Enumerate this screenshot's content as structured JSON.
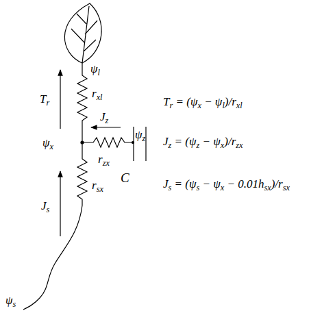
{
  "diagram": {
    "labels": [
      "ψl",
      "Tr",
      "rxl",
      "ψx",
      "Jz",
      "ψz",
      "rzx",
      "C",
      "Js",
      "rsx",
      "ψs",
      "Tr = (ψx − ψl)/rxl",
      "Jz = (ψz − ψx)/rzx",
      "Js = (ψs − ψx − 0.01hsx)/rsx"
    ]
  }
}
